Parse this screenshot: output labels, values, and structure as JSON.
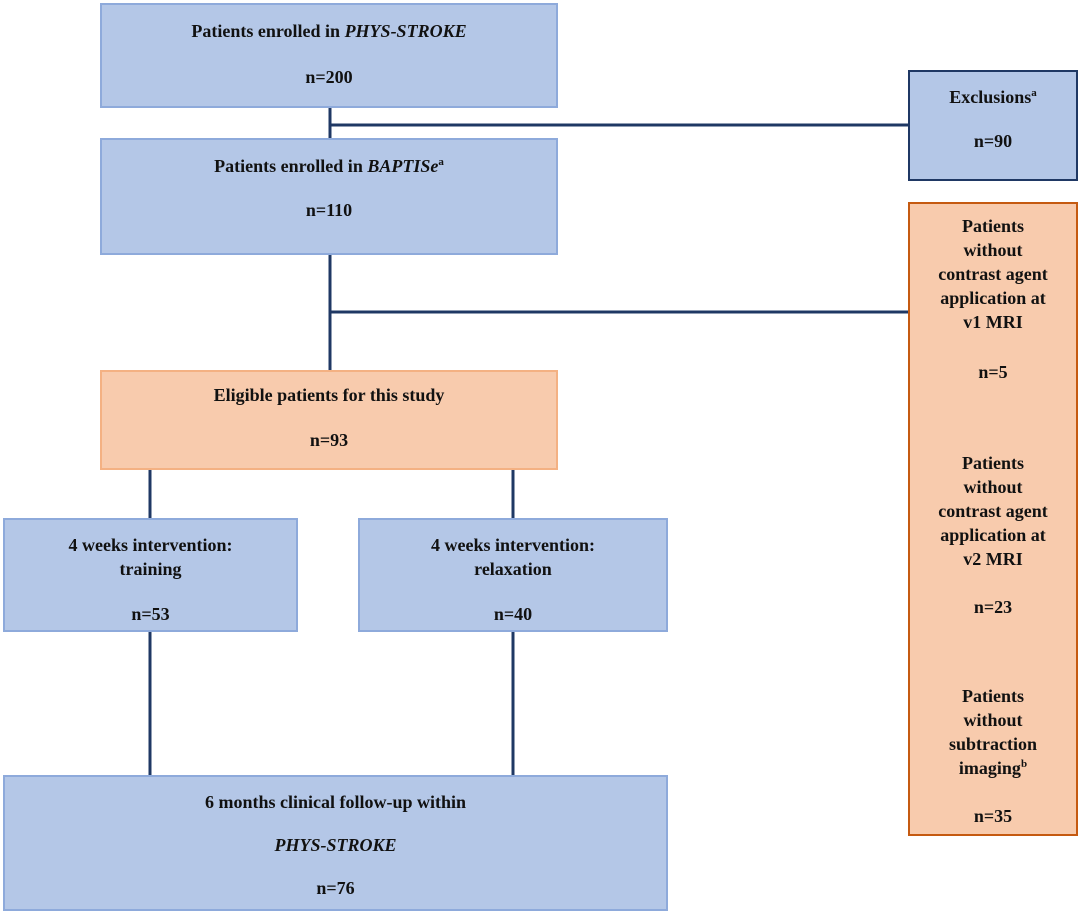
{
  "phys_stroke": {
    "label": "Patients enrolled in ",
    "trial": "PHYS-STROKE",
    "n": "n=200"
  },
  "exclusions": {
    "label": "Exclusions",
    "sup": "a",
    "n": "n=90"
  },
  "baptise": {
    "label": "Patients enrolled in ",
    "trial": "BAPTISe",
    "sup": "a",
    "n": "n=110"
  },
  "eligible": {
    "label": "Eligible patients for this study",
    "n": "n=93"
  },
  "training": {
    "line1": "4 weeks intervention:",
    "line2": "training",
    "n": "n=53"
  },
  "relaxation": {
    "line1": "4 weeks intervention:",
    "line2": "relaxation",
    "n": "n=40"
  },
  "followup": {
    "line1": "6 months clinical follow-up within",
    "trial": "PHYS-STROKE",
    "n": "n=76"
  },
  "excluded_v1": {
    "lines": [
      "Patients",
      "without",
      "contrast agent",
      "application at",
      "v1 MRI"
    ],
    "n": "n=5"
  },
  "excluded_v2": {
    "lines": [
      "Patients",
      "without",
      "contrast agent",
      "application at",
      "v2 MRI"
    ],
    "n": "n=23"
  },
  "excluded_sub": {
    "lines": [
      "Patients",
      "without",
      "subtraction",
      "imaging"
    ],
    "sup": "b",
    "n": "n=35"
  },
  "colors": {
    "blue_fill": "#b4c7e7",
    "blue_border": "#8eaadb",
    "peach_fill": "#f8cbad",
    "peach_border": "#f4b183",
    "orange_border": "#c55a11",
    "navy_border": "#1f3864",
    "connector": "#1f3864"
  }
}
